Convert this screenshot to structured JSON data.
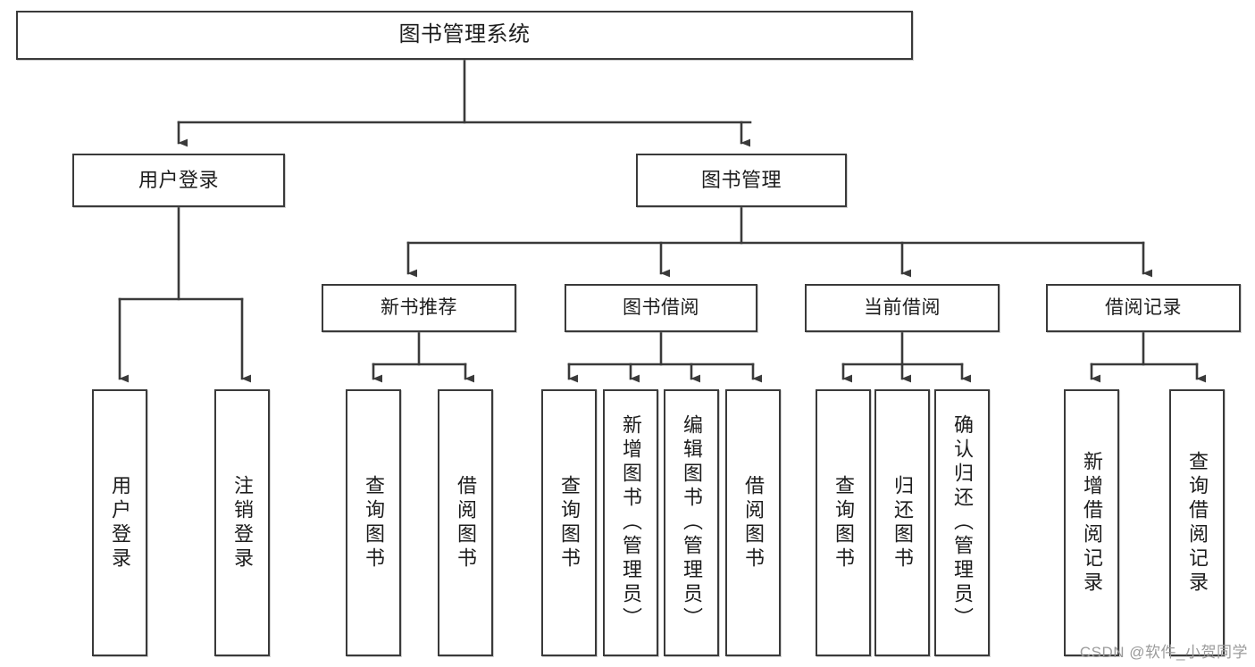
{
  "diagram": {
    "title": "图书管理系统",
    "type": "tree-hierarchy-chart",
    "watermark": "CSDN @软件_小贺同学",
    "line_color": "#3a3a3a",
    "box_fill": "#ffffff",
    "text_color": "#1d1d1d",
    "watermark_color": "#9b9b9b"
  },
  "nodes": {
    "root": {
      "label": "图书管理系统"
    },
    "level1": [
      {
        "label": "用户登录"
      },
      {
        "label": "图书管理"
      }
    ],
    "level2": [
      {
        "label": "新书推荐"
      },
      {
        "label": "图书借阅"
      },
      {
        "label": "当前借阅"
      },
      {
        "label": "借阅记录"
      }
    ],
    "leaves": {
      "user_login": [
        {
          "label": "用户登录"
        },
        {
          "label": "注销登录"
        }
      ],
      "new_book_recommend": [
        {
          "label": "查询图书"
        },
        {
          "label": "借阅图书"
        }
      ],
      "book_borrow": [
        {
          "label": "查询图书"
        },
        {
          "label": "新增图书（管理员）"
        },
        {
          "label": "编辑图书（管理员）"
        },
        {
          "label": "借阅图书"
        }
      ],
      "current_borrow": [
        {
          "label": "查询图书"
        },
        {
          "label": "归还图书"
        },
        {
          "label": "确认归还（管理员）"
        }
      ],
      "borrow_record": [
        {
          "label": "新增借阅记录"
        },
        {
          "label": "查询借阅记录"
        }
      ]
    }
  }
}
